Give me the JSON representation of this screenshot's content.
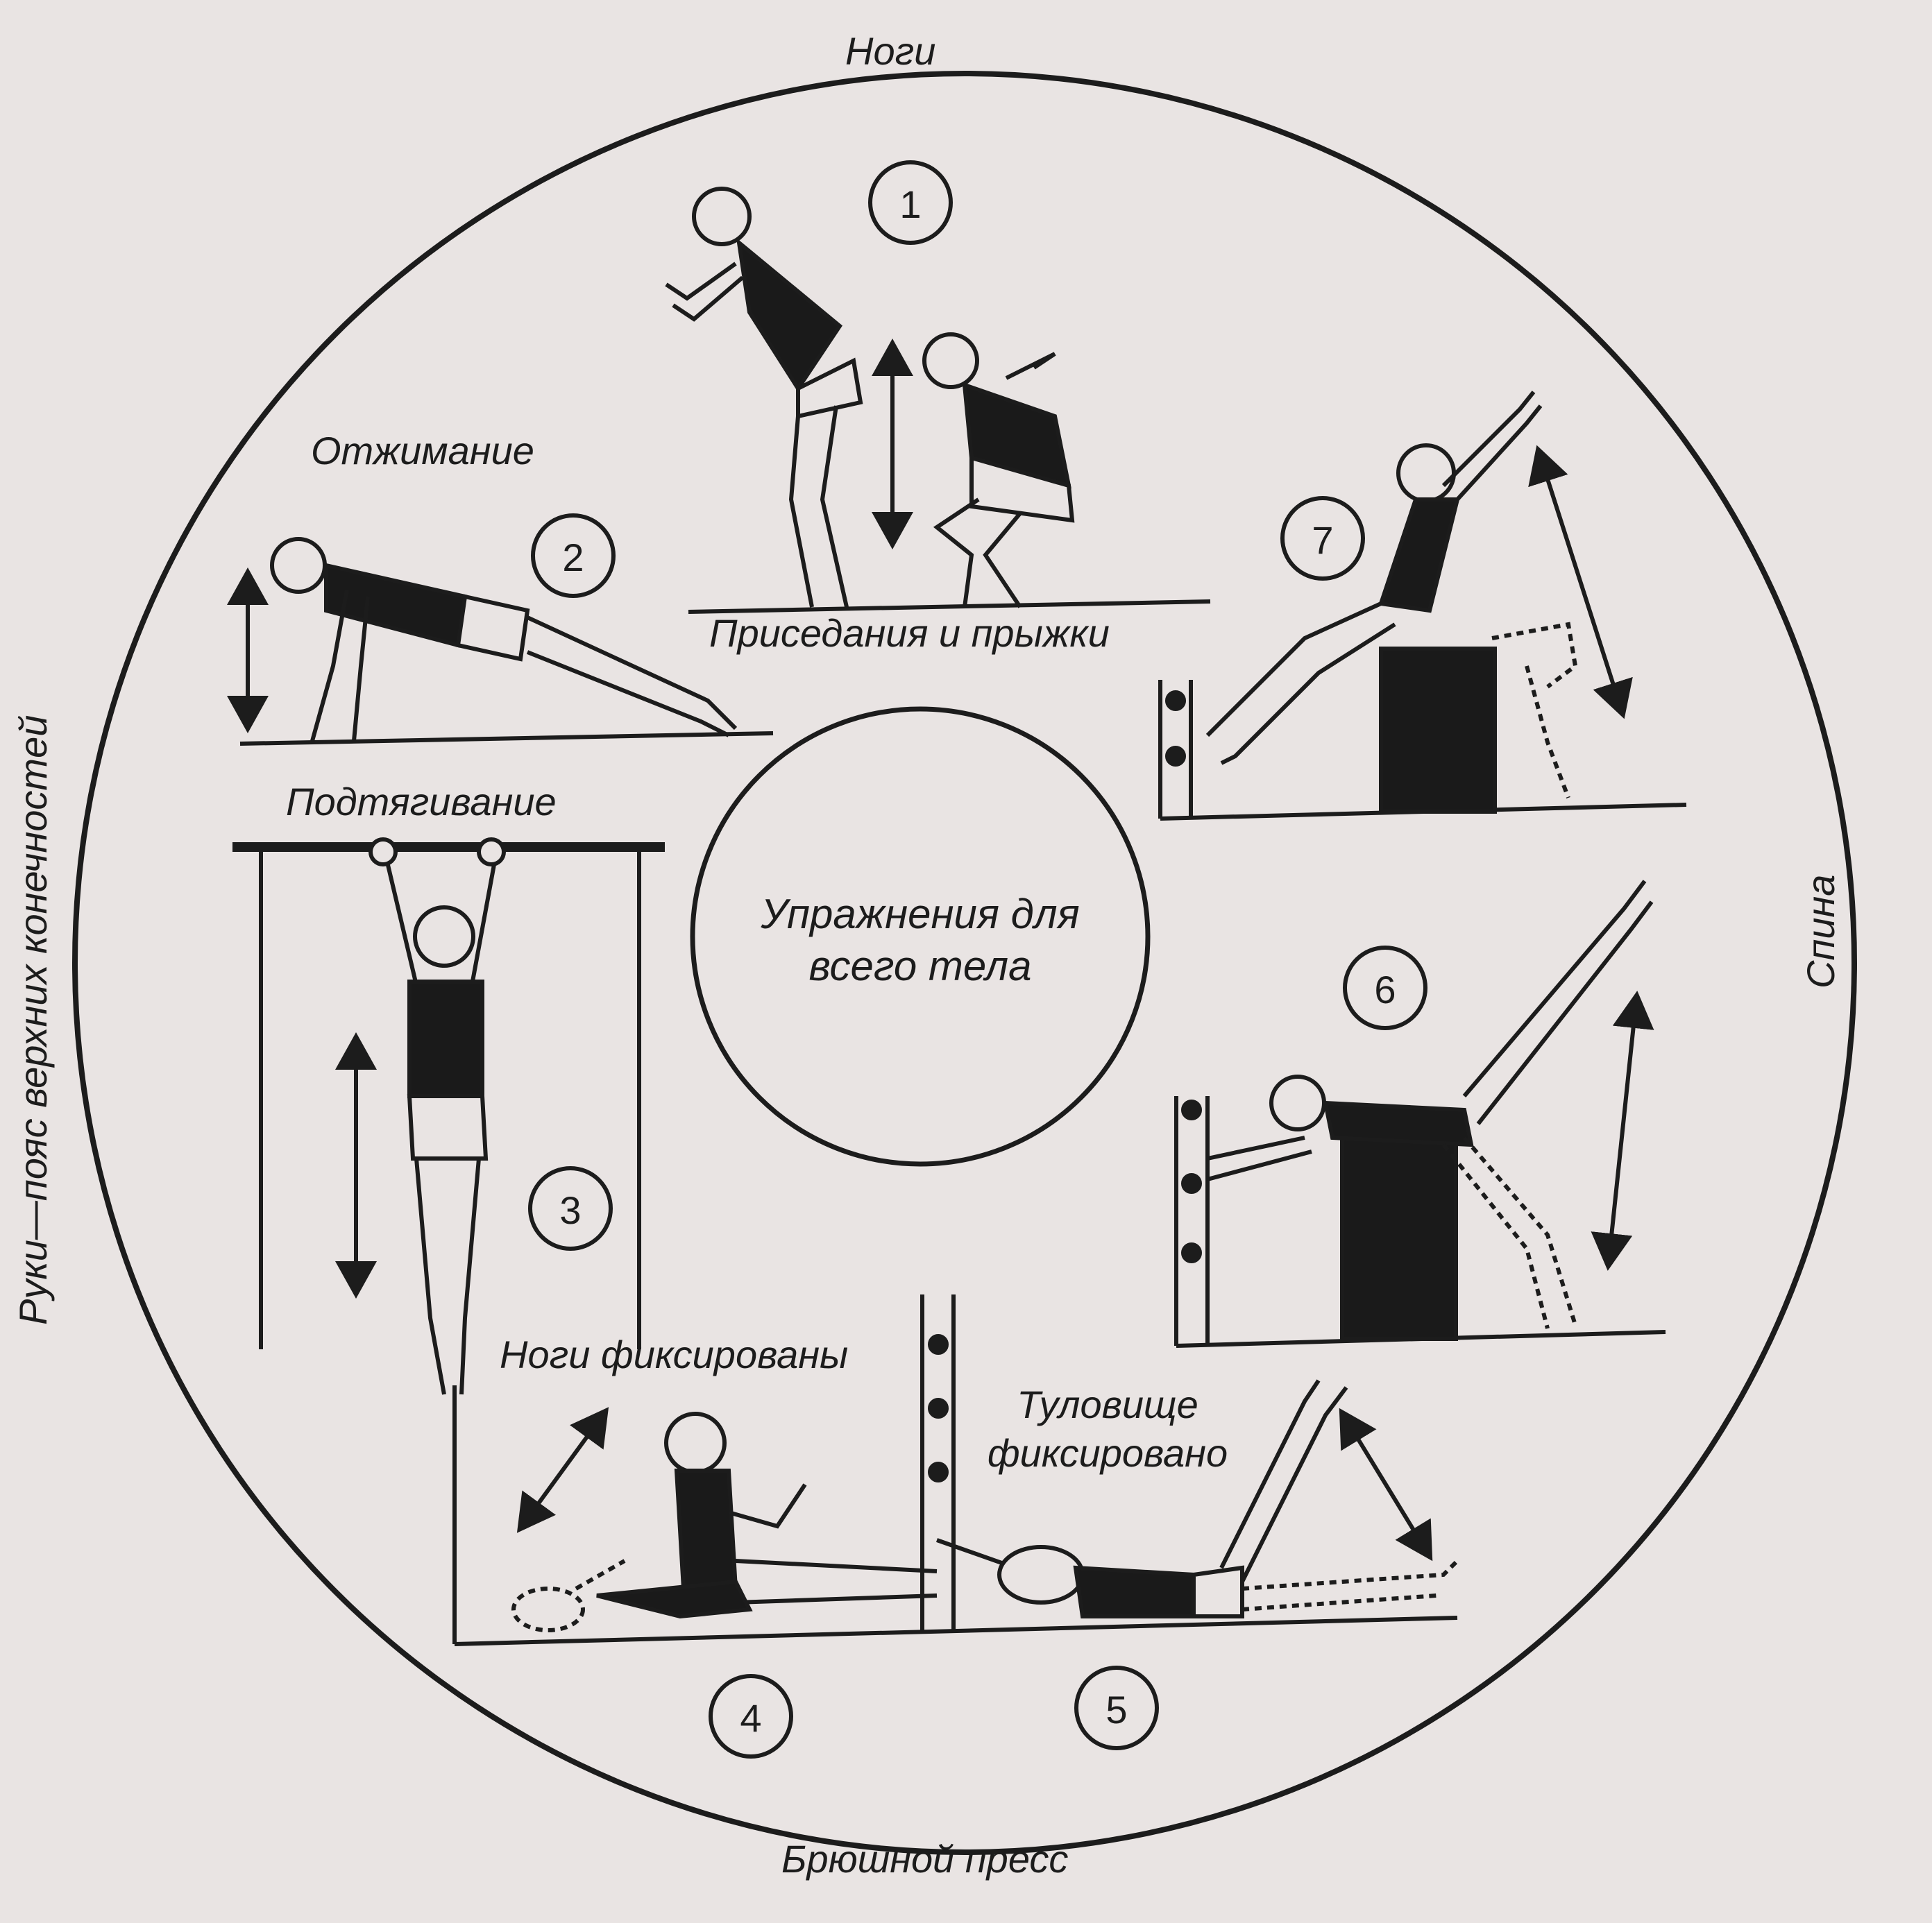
{
  "diagram": {
    "center_label": "Упражнения для всего тела",
    "regions": {
      "top": "Ноги",
      "bottom": "Брюшной пресс",
      "left": "Руки—пояс верхних конечностей",
      "right": "Спина"
    },
    "exercises": [
      {
        "number": "1",
        "label": "Приседания и прыжки"
      },
      {
        "number": "2",
        "label": "Отжимание"
      },
      {
        "number": "3",
        "label": "Подтягивание"
      },
      {
        "number": "4",
        "label": "Ноги фиксированы"
      },
      {
        "number": "5",
        "label": "Туловище фиксировано"
      },
      {
        "number": "6",
        "label": ""
      },
      {
        "number": "7",
        "label": ""
      }
    ]
  },
  "colors": {
    "paper": "#e9e4e3",
    "ink": "#1c1c1c",
    "fill": "#1a1a1a"
  }
}
